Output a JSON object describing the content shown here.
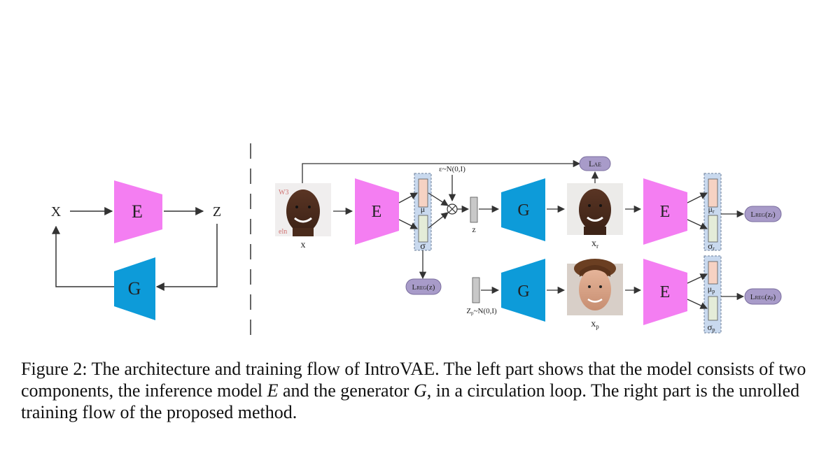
{
  "colors": {
    "encoder": "#f47ef2",
    "generator": "#0d9bd9",
    "loss": "#a89bc9",
    "mu_bar": "#f6d2c3",
    "sigma_bar": "#e4ecd8",
    "latent_bar": "#c8c8c8",
    "dashed_box": "#c9d9ee",
    "line": "#333333"
  },
  "left": {
    "x_label": "X",
    "z_label": "Z",
    "encoder_label": "E",
    "generator_label": "G"
  },
  "right": {
    "encoder_label": "E",
    "generator_label": "G",
    "mu_label": "μ",
    "sigma_label": "σ",
    "mu_r_label": "μ",
    "mu_r_sub": "r",
    "sigma_r_label": "σ",
    "sigma_r_sub": "r",
    "mu_p_label": "μ",
    "mu_p_sub": "p",
    "sigma_p_label": "σ",
    "sigma_p_sub": "p",
    "noise_label": "ε~N(0,I)",
    "z_label": "z",
    "zp_label": "Z",
    "zp_sub": "p",
    "zp_suffix": "~N(0,I)",
    "x_label": "x",
    "xr_label": "x",
    "xr_sub": "r",
    "xp_label": "x",
    "xp_sub": "p",
    "lae_main": "L",
    "lae_sub": "AE",
    "lreg_z_main": "L",
    "lreg_z_sub": "REG",
    "lreg_z_arg": "(z)",
    "lreg_zr_main": "L",
    "lreg_zr_sub": "REG",
    "lreg_zr_arg": "(z",
    "lreg_zr_argsub": "r",
    "lreg_zr_close": ")",
    "lreg_zp_main": "L",
    "lreg_zp_sub": "REG",
    "lreg_zp_arg": "(z",
    "lreg_zp_argsub": "p",
    "lreg_zp_close": ")"
  },
  "caption": {
    "prefix": "Figure 2: The architecture and training flow of IntroVAE. The left part shows that the model consists of two components, the inference model ",
    "e_symbol": "E",
    "middle": " and the generator ",
    "g_symbol": "G",
    "suffix": ", in a circulation loop. The right part is the unrolled training flow of the proposed method."
  }
}
